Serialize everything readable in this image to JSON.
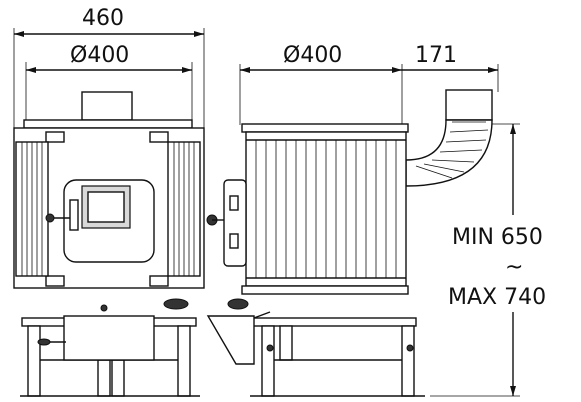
{
  "dimensions": {
    "overall_width": "460",
    "front_diameter": "Ø400",
    "side_diameter": "Ø400",
    "flue_offset": "171",
    "height_min": "MIN 650",
    "height_tilde": "~",
    "height_max": "MAX 740"
  },
  "colors": {
    "line": "#111111",
    "panel_fill": "#d9d9d9",
    "background": "#ffffff"
  },
  "icons": {
    "front_view": "stove-front-view",
    "side_view": "stove-side-view"
  }
}
